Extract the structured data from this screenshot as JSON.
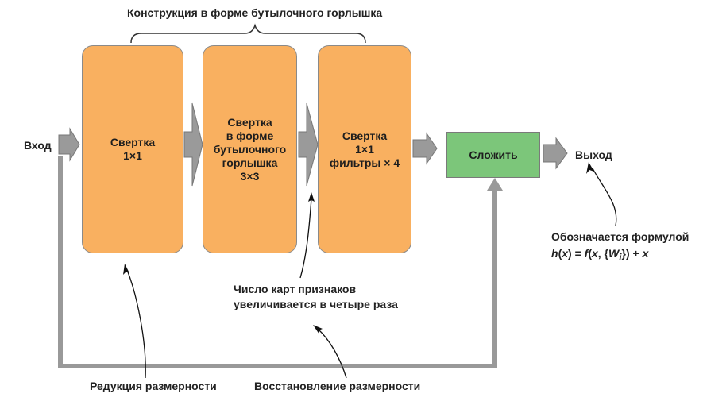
{
  "title": "Конструкция в форме бутылочного горлышка",
  "input_label": "Вход",
  "output_label": "Выход",
  "box1": {
    "line1": "Свертка",
    "line2": "1×1"
  },
  "box2": {
    "line1": "Свертка",
    "line2": "в форме",
    "line3": "бутылочного",
    "line4": "горлышка",
    "line5": "3×3"
  },
  "box3": {
    "line1": "Свертка",
    "line2": "1×1",
    "line3": "фильтры × 4"
  },
  "add_label": "Сложить",
  "formula": {
    "caption": "Обозначается формулой",
    "h": "h",
    "x1": "x",
    "eq": ") = ",
    "f": "f",
    "x2": "x",
    "mid": ", {",
    "W": "W",
    "i": "i",
    "tail": "}) + ",
    "x3": "x"
  },
  "note_features_line1": "Число карт признаков",
  "note_features_line2": "увеличивается в четыре раза",
  "note_reduction": "Редукция размерности",
  "note_restore": "Восстановление размерности",
  "colors": {
    "conv_box": "#f9b060",
    "add_box": "#7cc67a",
    "arrow": "#9a9a9a",
    "skip_line": "#999999"
  }
}
